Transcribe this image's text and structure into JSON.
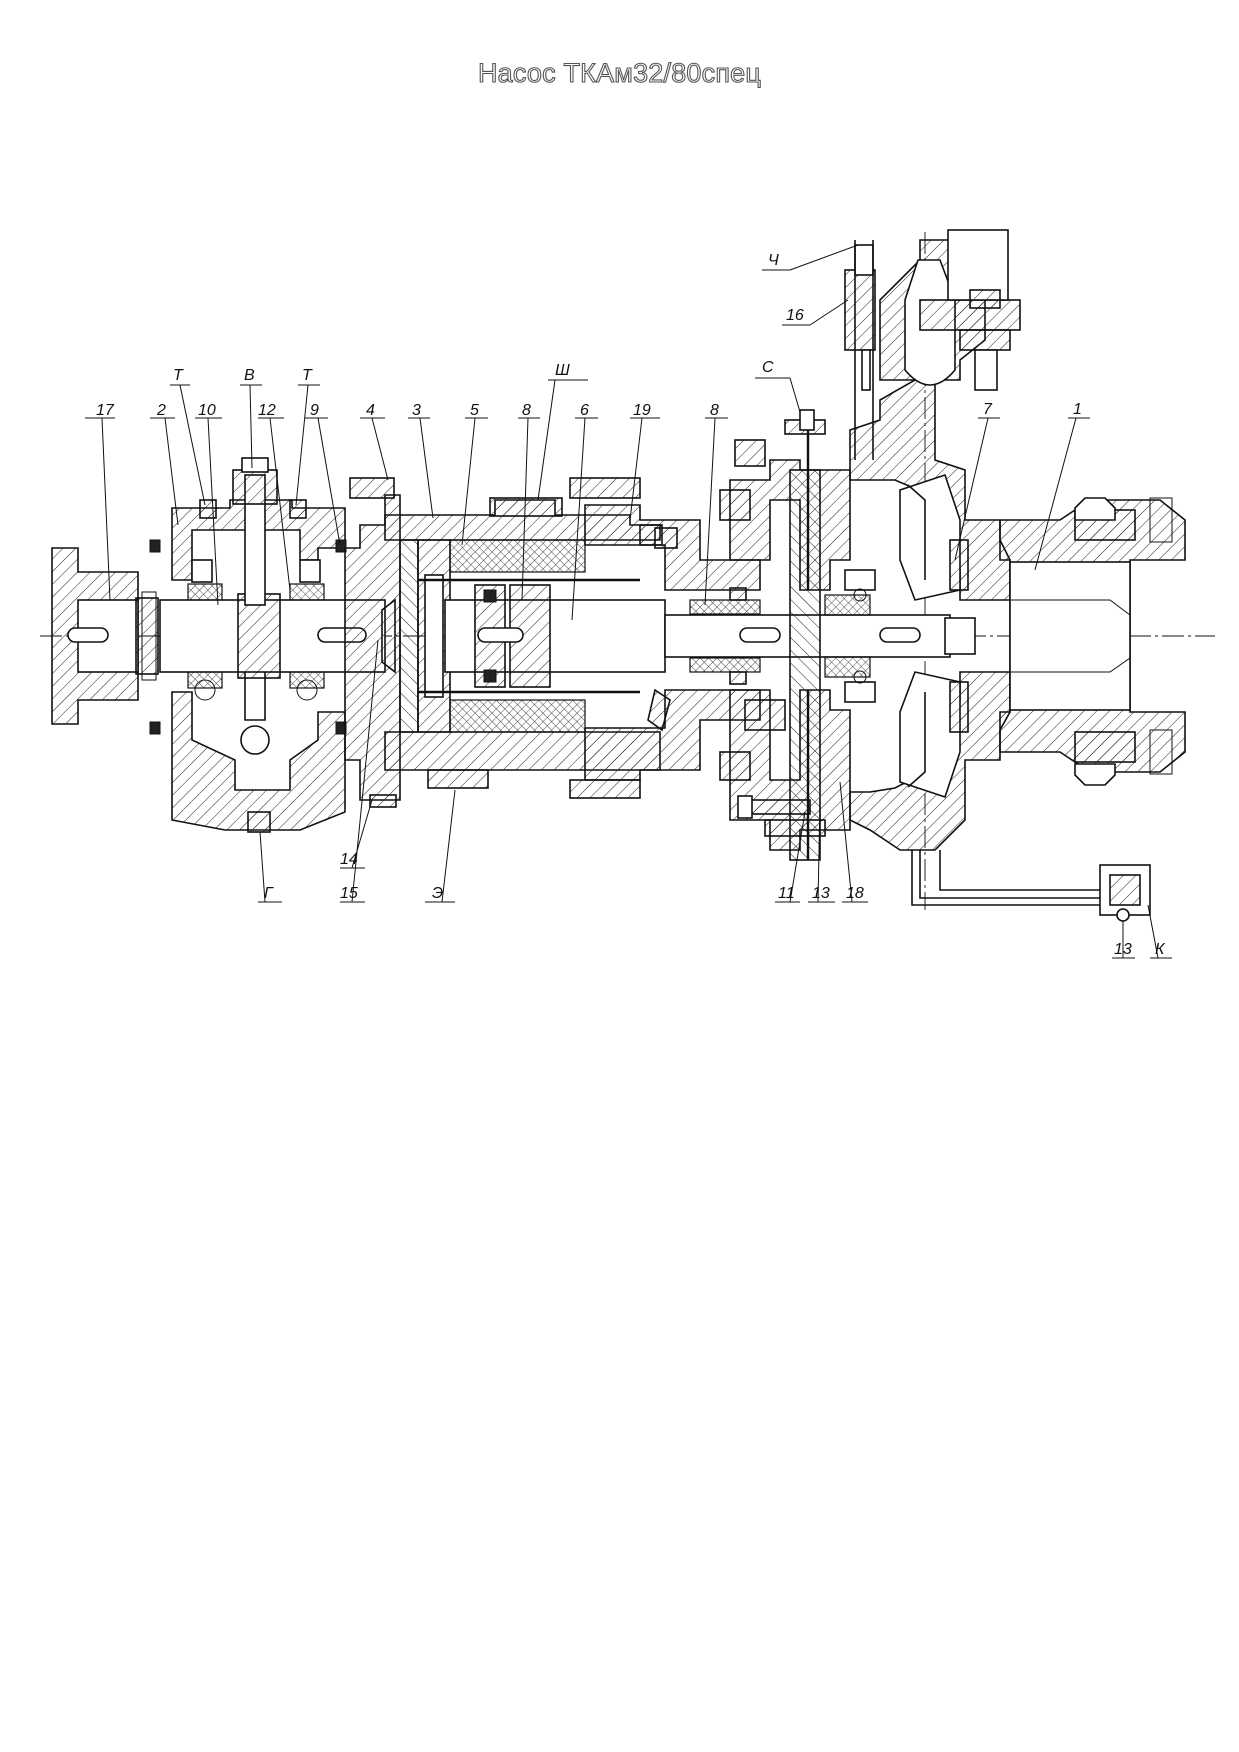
{
  "title": "Насос ТКАм32/80спец",
  "callouts": {
    "c1": "1",
    "c2": "2",
    "c3": "3",
    "c4": "4",
    "c5": "5",
    "c6": "6",
    "c7": "7",
    "c8a": "8",
    "c8b": "8",
    "c9": "9",
    "c10": "10",
    "c11": "11",
    "c12": "12",
    "c13a": "13",
    "c13b": "13",
    "c14": "14",
    "c15": "15",
    "c16": "16",
    "c17": "17",
    "c18": "18",
    "c19": "19",
    "cT1": "Т",
    "cT2": "Т",
    "cB": "В",
    "cSh": "Ш",
    "cS": "С",
    "cCh": "Ч",
    "cG": "Г",
    "cE": "Э",
    "cK": "К"
  }
}
